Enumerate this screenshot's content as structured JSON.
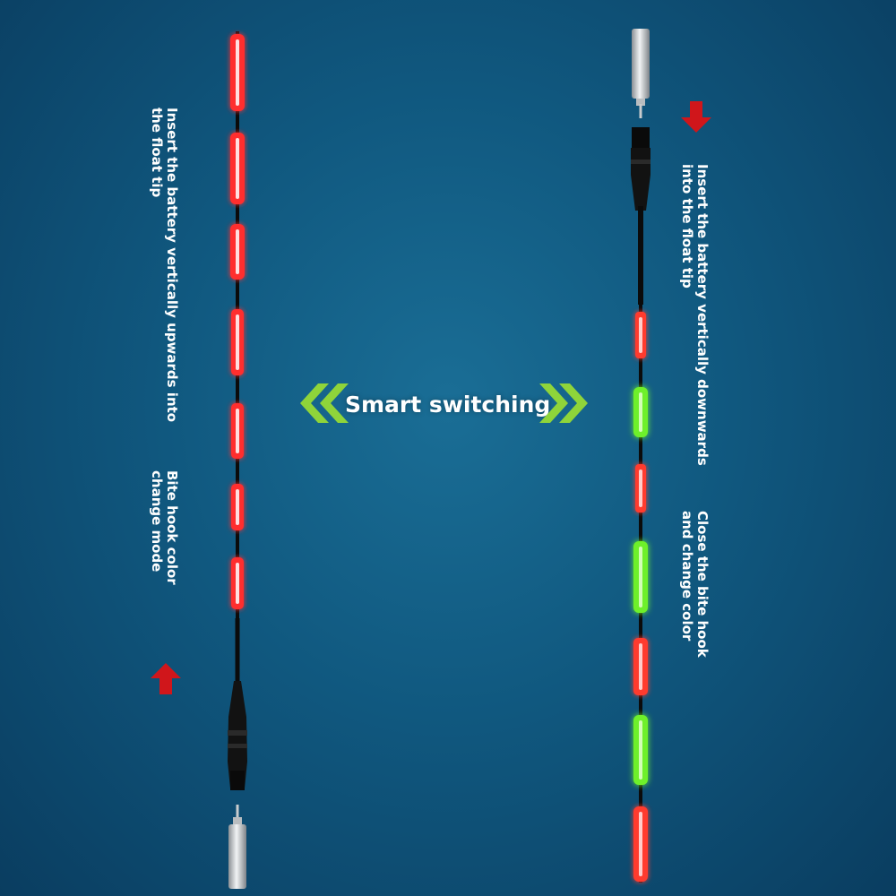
{
  "center": {
    "title": "Smart switching"
  },
  "left_float": {
    "caption_insert": "Insert the battery vertically upwards into the float tip",
    "caption_mode": "Bite hook color change mode",
    "arrow_direction": "up",
    "segment_colors": [
      "red",
      "red",
      "red",
      "red",
      "red",
      "red",
      "red"
    ]
  },
  "right_float": {
    "caption_insert": "Insert the battery vertically downwards into the float tip",
    "caption_mode": "Close the bite hook and change color",
    "arrow_direction": "down",
    "segment_colors": [
      "red",
      "green",
      "red",
      "green",
      "red",
      "green",
      "red"
    ]
  },
  "colors": {
    "background": "#10587f",
    "glow_red": "#ff3b3b",
    "glow_green": "#7dff3a",
    "arrow_red": "#d0161b",
    "chevron_green": "#8fd43a"
  }
}
